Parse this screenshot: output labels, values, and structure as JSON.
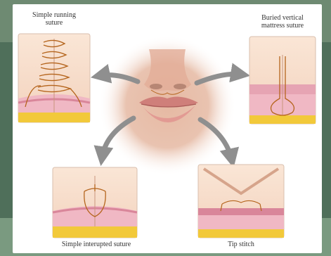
{
  "labels": {
    "top_left": [
      "Simple running",
      "suture"
    ],
    "top_right": [
      "Buried vertical",
      "mattress suture"
    ],
    "bottom_left": "Simple interupted suture",
    "bottom_right": "Tip stitch"
  },
  "colors": {
    "background": "#5f7d66",
    "panel": "#ffffff",
    "skin": "#f7d9c4",
    "dermis": "#f0b8c4",
    "dermis_dark": "#d9869a",
    "fat": "#f2c93a",
    "thread": "#b5651d",
    "arrow": "#8f8f8f",
    "lip": "#d88a86"
  }
}
